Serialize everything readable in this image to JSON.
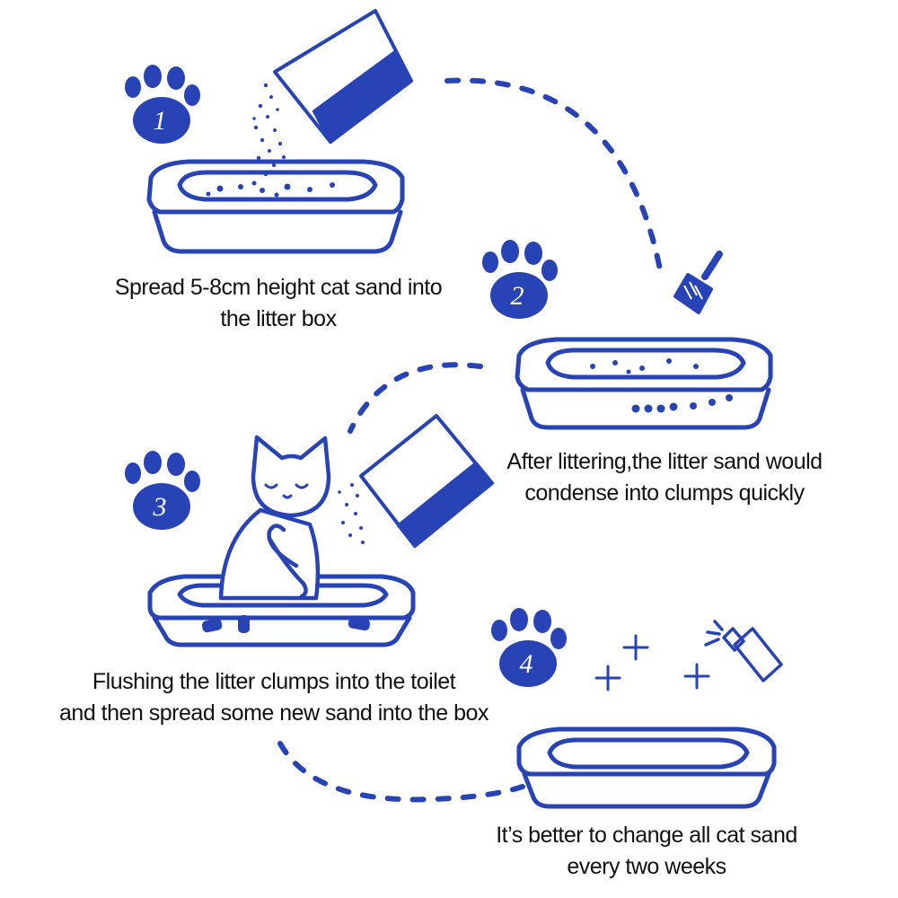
{
  "colors": {
    "primary": "#2743b5",
    "text": "#111111",
    "background": "#ffffff"
  },
  "steps": [
    {
      "number": "1",
      "icon": "paw-icon",
      "line1": "Spread 5-8cm height cat sand into",
      "line2": "the litter box"
    },
    {
      "number": "2",
      "icon": "paw-icon",
      "line1": "After littering,the litter sand would",
      "line2": "condense into clumps quickly"
    },
    {
      "number": "3",
      "icon": "paw-icon",
      "line1": "Flushing the litter clumps into the toilet",
      "line2": "and then spread some new sand into the box"
    },
    {
      "number": "4",
      "icon": "paw-icon",
      "line1": "It’s better to change all cat sand",
      "line2": "every two weeks"
    }
  ]
}
